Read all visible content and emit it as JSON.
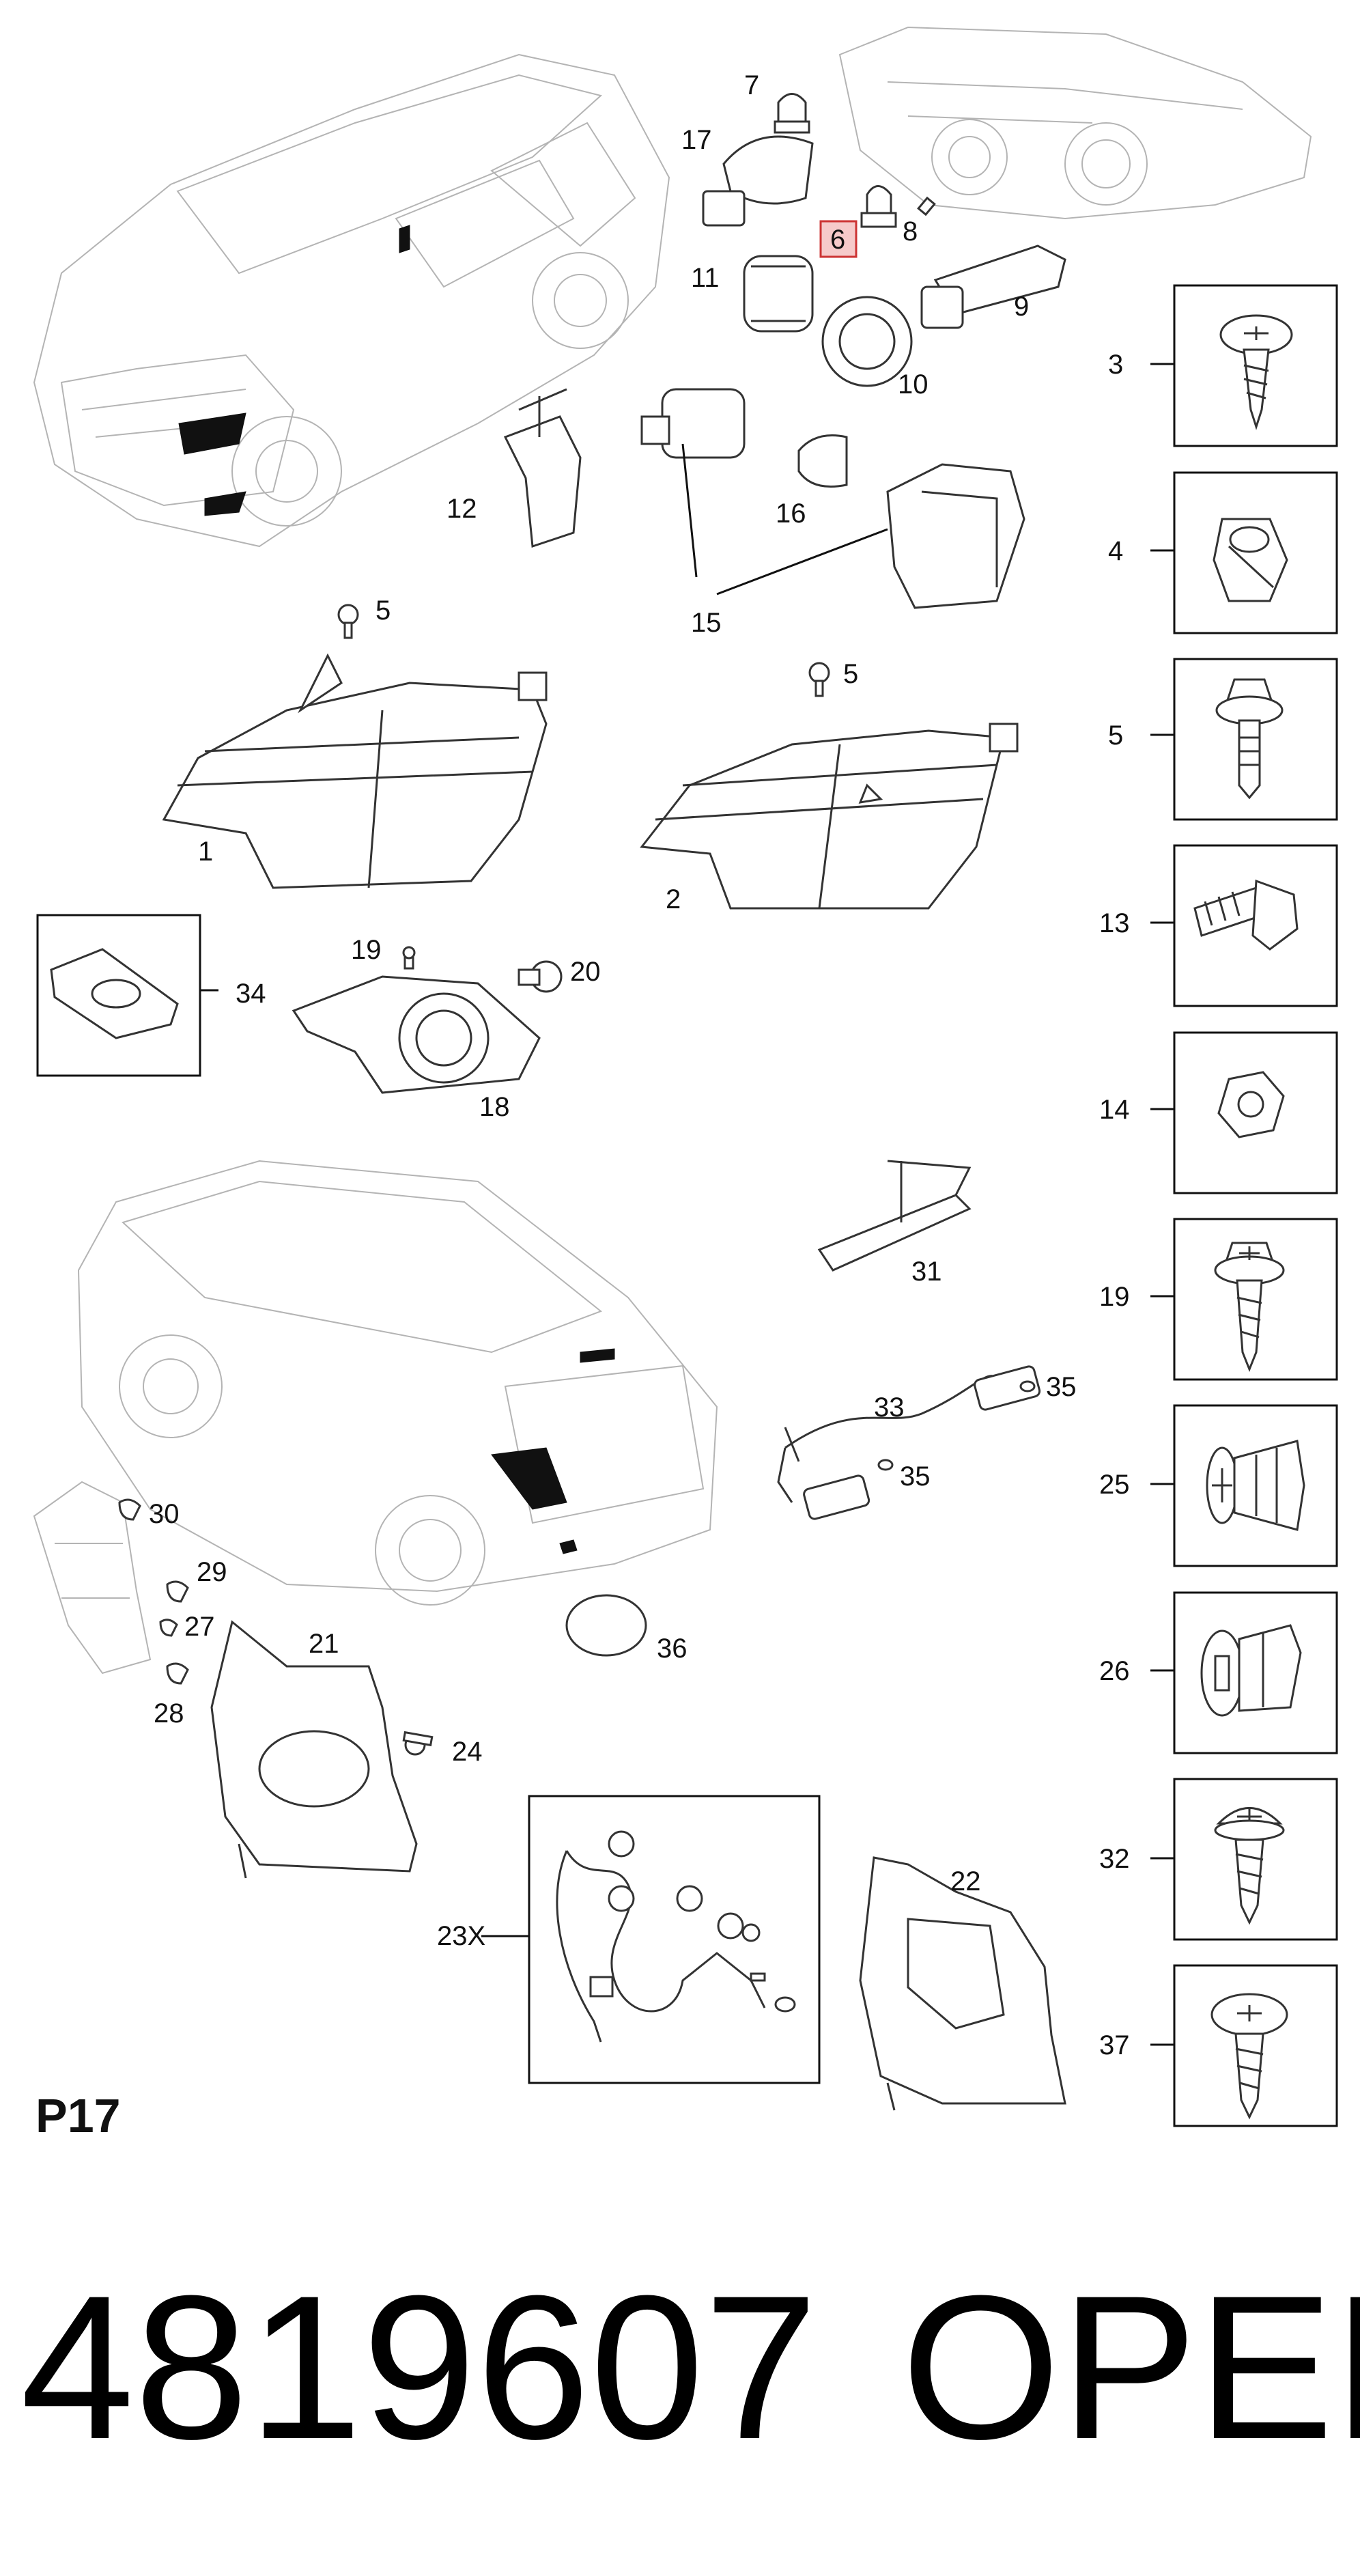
{
  "diagram_page": "P17",
  "part_number": "4819607",
  "brand": "OPEL",
  "highlighted_callout": "6",
  "callouts": {
    "c1": "1",
    "c2": "2",
    "c7": "7",
    "c17": "17",
    "c6": "6",
    "c8": "8",
    "c11": "11",
    "c9": "9",
    "c10": "10",
    "c12": "12",
    "c16": "16",
    "c15": "15",
    "c5a": "5",
    "c5b": "5",
    "c19": "19",
    "c20": "20",
    "c34": "34",
    "c18": "18",
    "c31": "31",
    "c33": "33",
    "c35a": "35",
    "c35b": "35",
    "c30": "30",
    "c29": "29",
    "c27": "27",
    "c28": "28",
    "c21": "21",
    "c24": "24",
    "c36": "36",
    "c22": "22",
    "c23x": "23X"
  },
  "fasteners": [
    "3",
    "4",
    "5",
    "13",
    "14",
    "19",
    "25",
    "26",
    "32",
    "37"
  ],
  "icons": {
    "fasteners": [
      "screw-phillips-icon",
      "cap-nut-icon",
      "flange-bolt-icon",
      "hex-bolt-icon",
      "hex-nut-icon",
      "screw-phillips-icon",
      "expansion-clip-icon",
      "push-clip-icon",
      "screw-phillips-icon",
      "screw-phillips-icon"
    ]
  },
  "colors": {
    "ink": "#111111",
    "ghost": "#b4b4b4",
    "highlight_fill": "#f6caca",
    "highlight_stroke": "#cc3333"
  }
}
